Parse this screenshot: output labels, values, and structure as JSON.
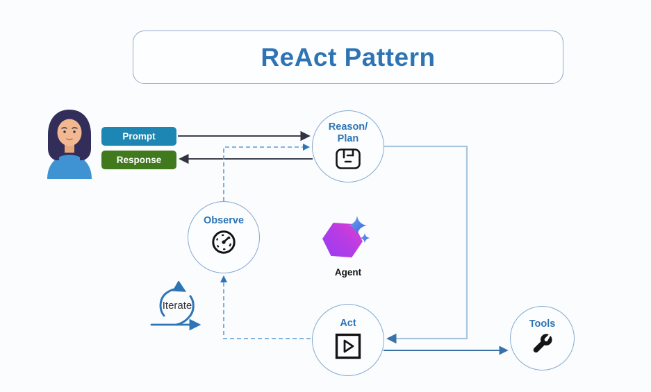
{
  "title": "ReAct Pattern",
  "user_panel": {
    "prompt_label": "Prompt",
    "response_label": "Response"
  },
  "nodes": {
    "reason_plan": {
      "label_line1": "Reason/",
      "label_line2": "Plan",
      "icon": "strategy-icon"
    },
    "observe": {
      "label": "Observe",
      "icon": "gauge-icon"
    },
    "act": {
      "label": "Act",
      "icon": "play-icon"
    },
    "tools": {
      "label": "Tools",
      "icon": "wrench-icon"
    }
  },
  "agent": {
    "label": "Agent",
    "icon": "agent-hexagon-sparkles-icon"
  },
  "iterate": {
    "label": "Iterate",
    "icon": "iterate-loop-icon"
  },
  "connections": [
    {
      "from": "prompt-button",
      "to": "reason-plan",
      "style": "solid-dark-arrow"
    },
    {
      "from": "reason-plan",
      "to": "response-button",
      "style": "solid-dark-arrow"
    },
    {
      "from": "observe",
      "to": "reason-plan",
      "style": "dashed-blue-arrow"
    },
    {
      "from": "act",
      "to": "observe",
      "style": "dashed-blue-arrow"
    },
    {
      "from": "reason-plan",
      "to": "act",
      "style": "solid-light-blue-arrow"
    },
    {
      "from": "act",
      "to": "tools",
      "style": "solid-blue-arrow"
    }
  ],
  "colors": {
    "background": "#fafcfe",
    "title_text": "#2e74b5",
    "node_border": "#85a9cf",
    "node_label": "#2e74b5",
    "prompt_bg": "#1d86b2",
    "response_bg": "#41791d",
    "dark_arrow": "#3c414c",
    "dashed_arrow": "#5b9bd5",
    "light_blue_line": "#a9c6dc",
    "blue_arrow": "#3a72a8",
    "iterate_blue": "#2e75b6",
    "agent_gradient_start": "#9a3df2",
    "agent_gradient_end": "#e13ecf",
    "sparkle_start": "#7aa6f5",
    "sparkle_end": "#2f62d8"
  }
}
